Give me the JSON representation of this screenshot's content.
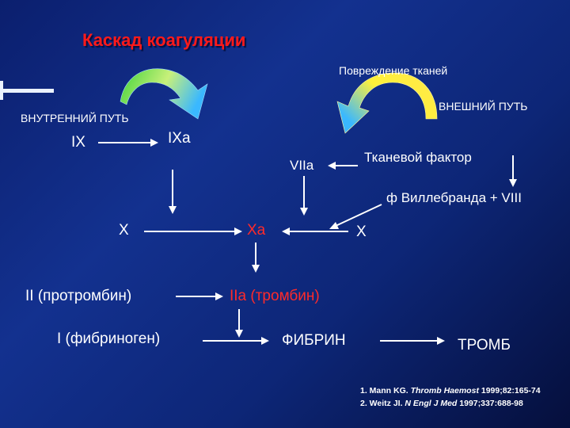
{
  "slide": {
    "title": "Каскад коагуляции",
    "injury": "Повреждение тканей",
    "intrinsic_path": "ВНУТРЕННИЙ ПУТЬ",
    "extrinsic_path": "ВНЕШНИЙ ПУТЬ",
    "ix": "IX",
    "ixa": "IXa",
    "viia": "VIIa",
    "tissue_factor": "Тканевой фактор",
    "vwf_viii": "ф Виллебранда + VIII",
    "x_left": "X",
    "xa": "Xa",
    "x_right": "X",
    "prothrombin": "II (протромбин)",
    "thrombin": "IIa (тромбин)",
    "fibrinogen": "I (фибриноген)",
    "fibrin": "ФИБРИН",
    "thrombus": "ТРОМБ",
    "references": {
      "ref1_prefix": "1. Mann KG. ",
      "ref1_journal": "Thromb Haemost",
      "ref1_suffix": " 1999;82:165-74",
      "ref2_prefix": "2. Weitz JI. ",
      "ref2_journal": "N Engl J Med",
      "ref2_suffix": " 1997;337:688-98"
    }
  },
  "colors": {
    "background": "#0d2677",
    "title": "#ff1a1a",
    "factor_red": "#ff2a2a",
    "text": "#ffffff",
    "curved_arrow_green": "#3fd23a",
    "curved_arrow_yellow": "#fff13a",
    "curved_arrow_blue": "#3ab8ff"
  }
}
